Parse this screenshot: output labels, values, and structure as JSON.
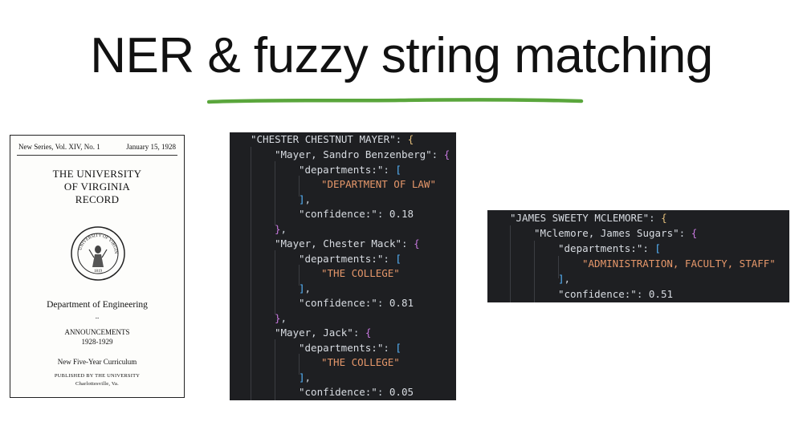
{
  "title": "NER & fuzzy string matching",
  "accent_color": "#5aa63c",
  "document": {
    "header_left": "New Series, Vol. XIV, No. 1",
    "header_right": "January 15, 1928",
    "title_lines": [
      "THE UNIVERSITY",
      "OF VIRGINIA",
      "RECORD"
    ],
    "seal_text": "UNIVERSITY OF VIRGINIA",
    "seal_year": "1819",
    "department": "Department of Engineering",
    "dots": "..",
    "announcements": "ANNOUNCEMENTS",
    "years": "1928-1929",
    "curriculum": "New Five-Year Curriculum",
    "published": "PUBLISHED BY THE UNIVERSITY",
    "place": "Charlottesville, Va."
  },
  "code_left": {
    "key": "\"CHESTER CHESTNUT MAYER\"",
    "entries": [
      {
        "name": "\"Mayer, Sandro Benzenberg\"",
        "dept_key": "\"departments:\"",
        "dept": "\"DEPARTMENT OF LAW\"",
        "conf_key": "\"confidence:\"",
        "conf": "0.18"
      },
      {
        "name": "\"Mayer, Chester Mack\"",
        "dept_key": "\"departments:\"",
        "dept": "\"THE COLLEGE\"",
        "conf_key": "\"confidence:\"",
        "conf": "0.81"
      },
      {
        "name": "\"Mayer, Jack\"",
        "dept_key": "\"departments:\"",
        "dept": "\"THE COLLEGE\"",
        "conf_key": "\"confidence:\"",
        "conf": "0.05"
      }
    ]
  },
  "code_right": {
    "key": "\"JAMES SWEETY MCLEMORE\"",
    "name": "\"Mclemore, James Sugars\"",
    "dept_key": "\"departments:\"",
    "dept": "\"ADMINISTRATION, FACULTY, STAFF\"",
    "conf_key": "\"confidence:\"",
    "conf": "0.51"
  }
}
